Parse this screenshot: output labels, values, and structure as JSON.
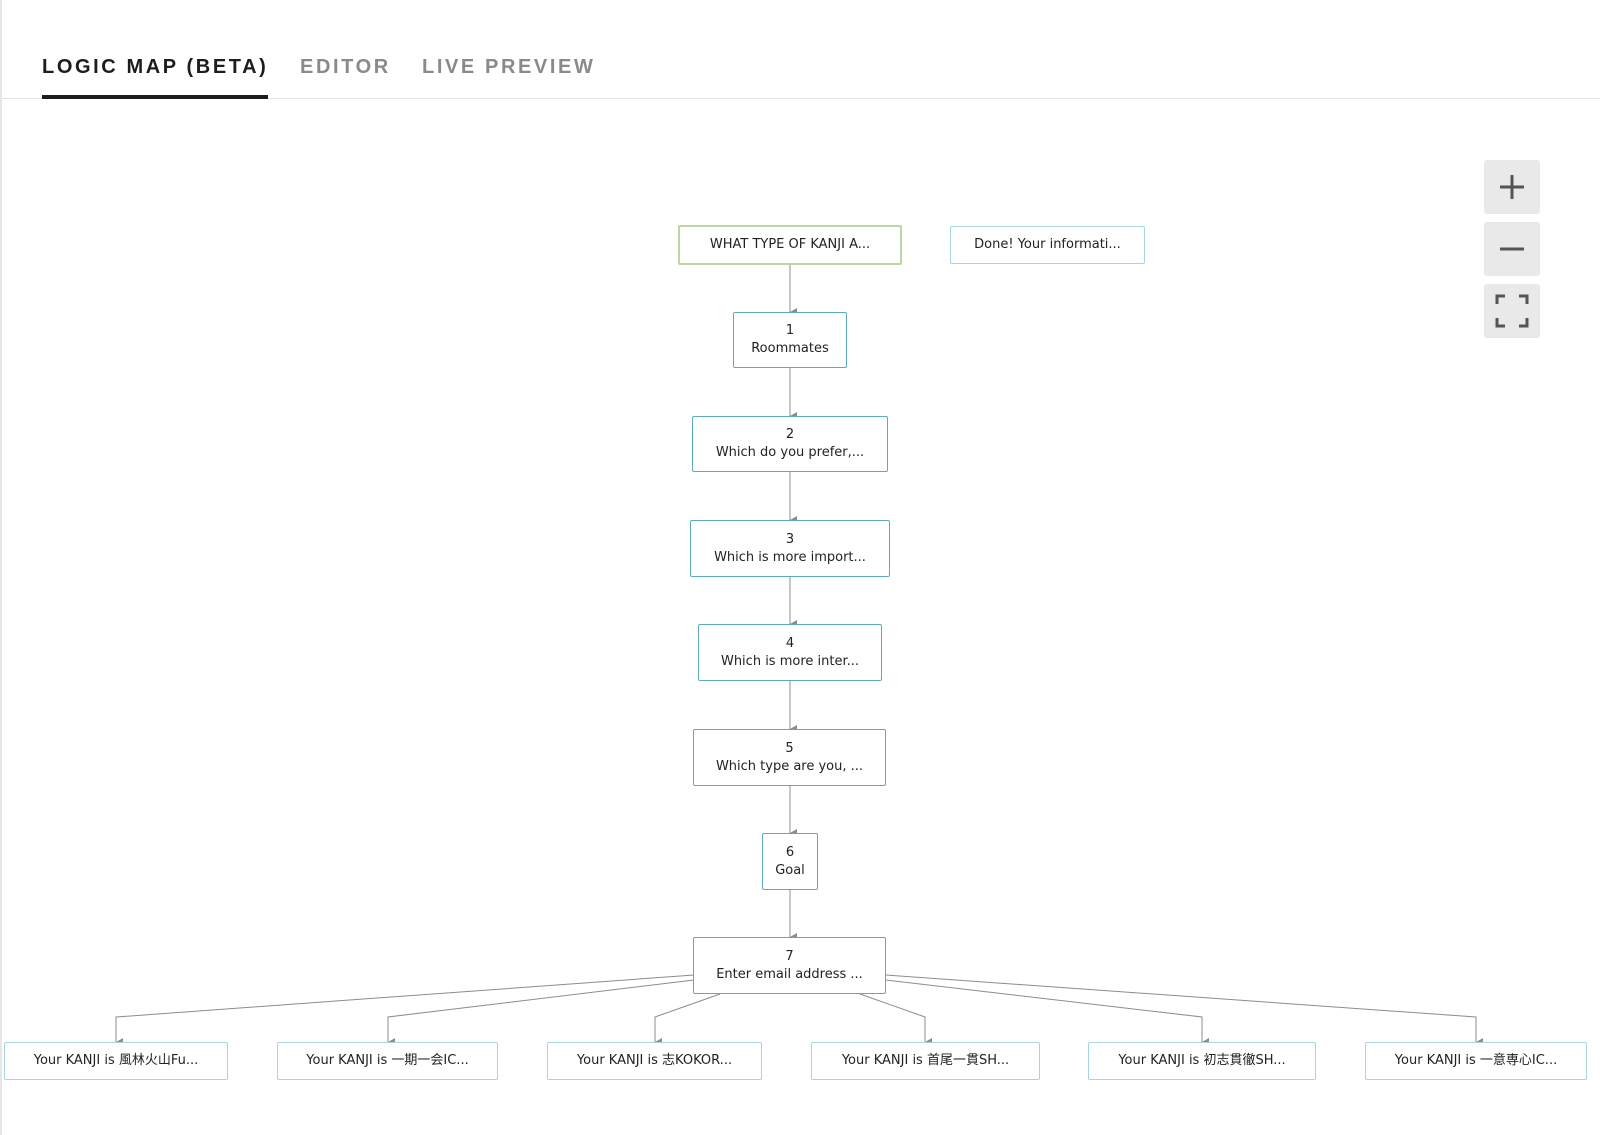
{
  "tabs": [
    {
      "label": "LOGIC MAP (BETA)",
      "active": true
    },
    {
      "label": "EDITOR",
      "active": false
    },
    {
      "label": "LIVE PREVIEW",
      "active": false
    }
  ],
  "zoom_controls": {
    "zoom_in": "plus-icon",
    "zoom_out": "minus-icon",
    "fit": "fullscreen-icon"
  },
  "nodes": {
    "start": {
      "title": "WHAT TYPE OF KANJI A..."
    },
    "done": {
      "title": "Done! Your informati..."
    },
    "q1": {
      "num": "1",
      "title": "Roommates"
    },
    "q2": {
      "num": "2",
      "title": "Which do you prefer,..."
    },
    "q3": {
      "num": "3",
      "title": "Which is more import..."
    },
    "q4": {
      "num": "4",
      "title": "Which is more inter..."
    },
    "q5": {
      "num": "5",
      "title": "Which type are you, ..."
    },
    "q6": {
      "num": "6",
      "title": "Goal"
    },
    "q7": {
      "num": "7",
      "title": "Enter email address ..."
    }
  },
  "results": [
    "Your KANJI is 風林火山Fu...",
    "Your KANJI is 一期一会IC...",
    "Your KANJI is 志KOKOR...",
    "Your KANJI is 首尾一貫SH...",
    "Your KANJI is 初志貫徹SH...",
    "Your KANJI is 一意専心IC..."
  ],
  "colors": {
    "node_border": "#5fa9bc",
    "start_border": "#b9d8a3",
    "edge": "#8c8c8c"
  }
}
